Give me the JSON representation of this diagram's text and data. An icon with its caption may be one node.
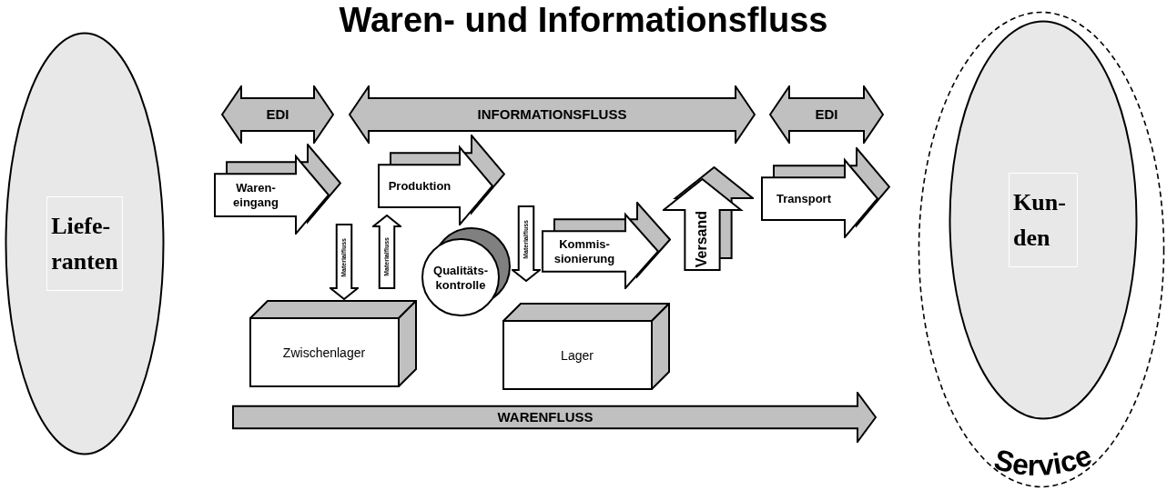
{
  "diagram": {
    "title": "Waren- und Informationsfluss",
    "nodes": [
      {
        "text": [
          "Liefe- ranten"
        ]
      },
      {
        "text": [
          "Service"
        ]
      },
      {
        "text": [
          "Kun- den"
        ],
        "in": 1
      },
      {
        "text": [
          "EDI"
        ]
      },
      {
        "text": [
          "INFORMATIONSFLUSS"
        ]
      },
      {
        "text": [
          "EDI"
        ]
      },
      {
        "text": [
          "Waren- eingang"
        ]
      },
      {
        "text": [
          "Produktion"
        ]
      },
      {
        "text": [
          "Materialfluss"
        ]
      },
      {
        "text": [
          "Materialfluss"
        ]
      },
      {
        "text": [
          "Qualitäts- kontrolle"
        ]
      },
      {
        "text": [
          "Materialfluss"
        ]
      },
      {
        "text": [
          "Kommis- sionierung"
        ]
      },
      {
        "text": [
          "Versand"
        ]
      },
      {
        "text": [
          "Transport"
        ]
      },
      {
        "text": [
          "Zwischenlager"
        ]
      },
      {
        "text": [
          "Lager"
        ]
      },
      {
        "text": [
          "WARENFLUSS"
        ]
      }
    ]
  }
}
